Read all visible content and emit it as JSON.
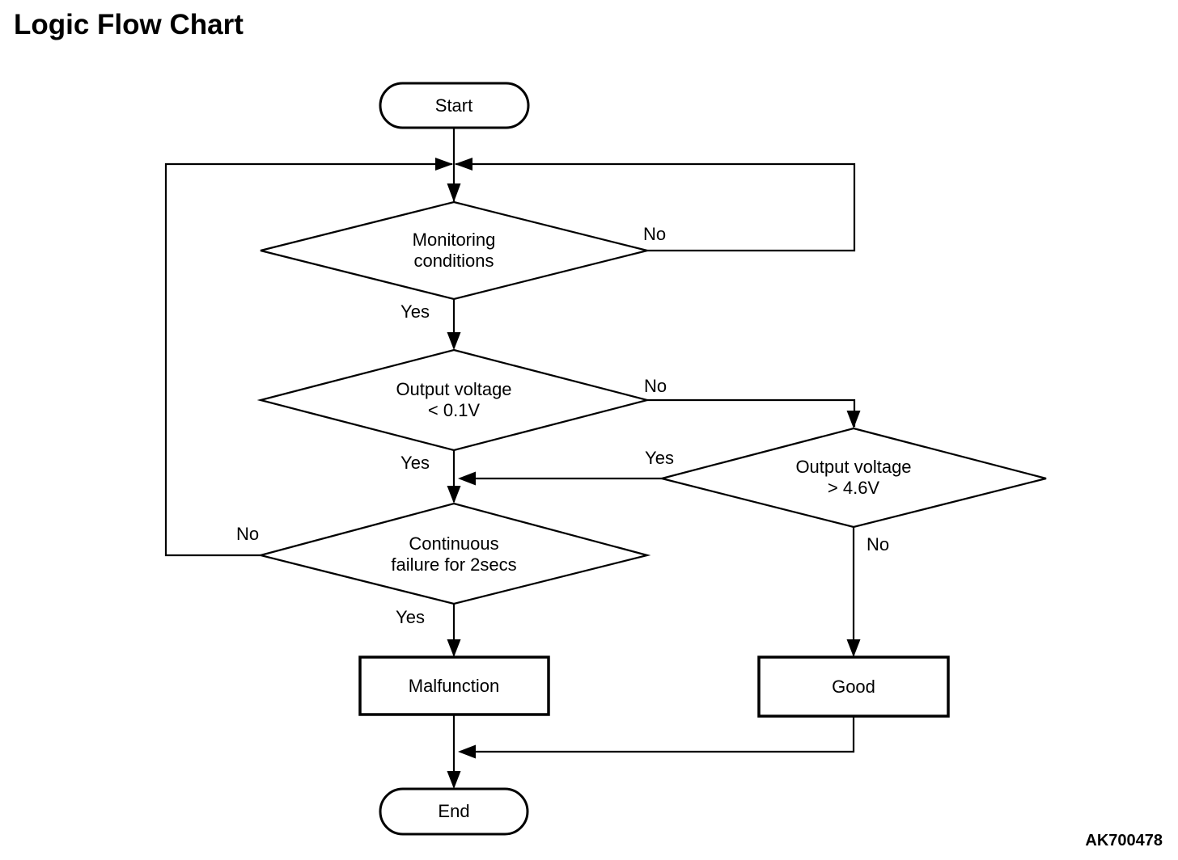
{
  "title": "Logic Flow Chart",
  "figure_code": "AK700478",
  "colors": {
    "line": "#000000",
    "background": "#ffffff",
    "text": "#000000"
  },
  "nodes": {
    "start": {
      "shape": "terminator",
      "label": "Start"
    },
    "monitoring": {
      "shape": "decision",
      "line1": "Monitoring",
      "line2": "conditions"
    },
    "output_low": {
      "shape": "decision",
      "line1": "Output voltage",
      "line2": "< 0.1V"
    },
    "output_high": {
      "shape": "decision",
      "line1": "Output voltage",
      "line2": "> 4.6V"
    },
    "continuous": {
      "shape": "decision",
      "line1": "Continuous",
      "line2": "failure for 2secs"
    },
    "malfunction": {
      "shape": "process",
      "label": "Malfunction"
    },
    "good": {
      "shape": "process",
      "label": "Good"
    },
    "end": {
      "shape": "terminator",
      "label": "End"
    }
  },
  "edges": {
    "start_to_monitoring": {
      "from": "start",
      "to": "monitoring",
      "label": ""
    },
    "monitoring_yes": {
      "from": "monitoring",
      "to": "output_low",
      "label": "Yes"
    },
    "monitoring_no": {
      "from": "monitoring",
      "to": "loop-back-top",
      "label": "No"
    },
    "output_low_yes": {
      "from": "output_low",
      "to": "continuous",
      "label": "Yes"
    },
    "output_low_no": {
      "from": "output_low",
      "to": "output_high",
      "label": "No"
    },
    "output_high_yes": {
      "from": "output_high",
      "to": "continuous",
      "label": "Yes"
    },
    "output_high_no": {
      "from": "output_high",
      "to": "good",
      "label": "No"
    },
    "continuous_yes": {
      "from": "continuous",
      "to": "malfunction",
      "label": "Yes"
    },
    "continuous_no": {
      "from": "continuous",
      "to": "loop-back-top",
      "label": "No"
    },
    "malfunction_to_end": {
      "from": "malfunction",
      "to": "end",
      "label": ""
    },
    "good_to_end": {
      "from": "good",
      "to": "end",
      "label": ""
    }
  }
}
